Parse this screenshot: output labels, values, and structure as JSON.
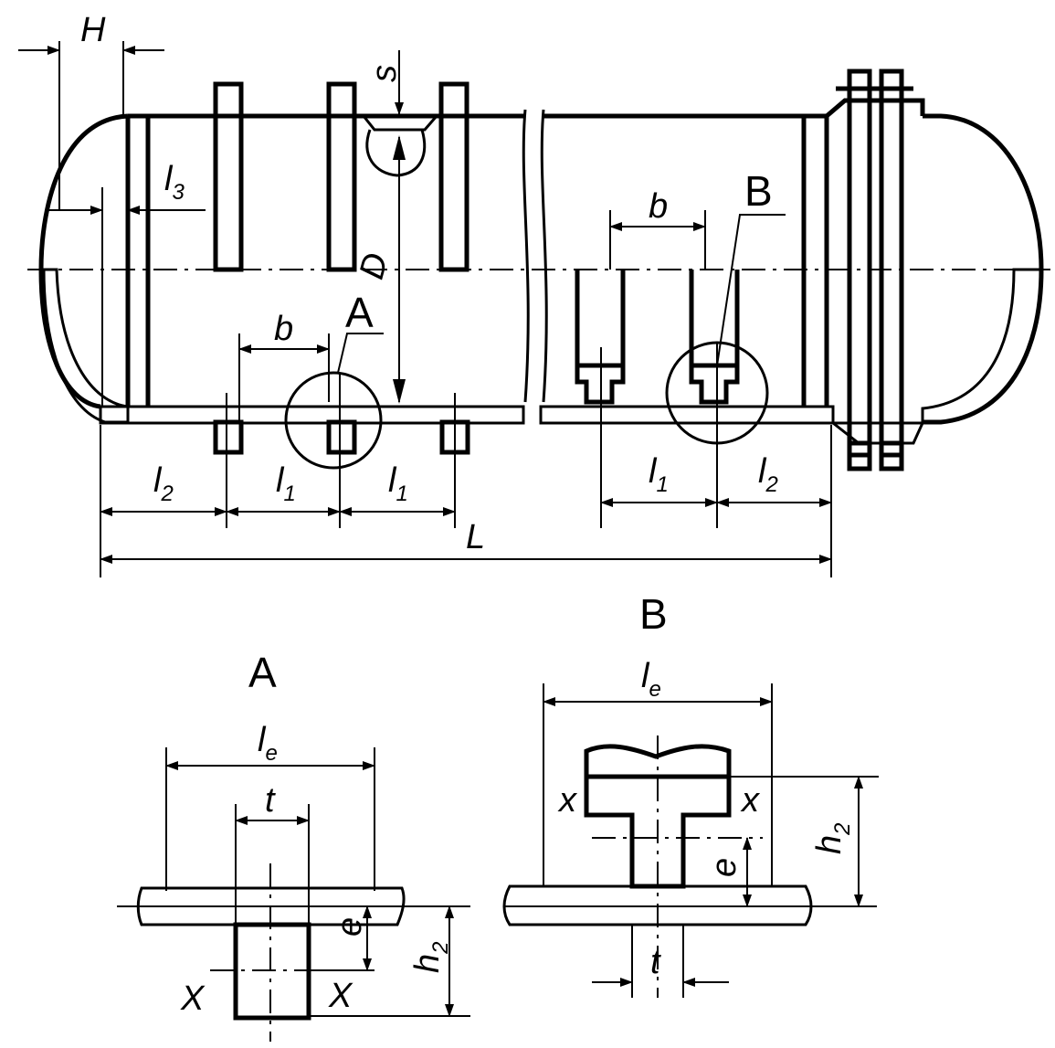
{
  "labels": {
    "H": "H",
    "s": "s",
    "l3": "l",
    "l3_sub": "3",
    "D": "D",
    "b": "b",
    "A": "A",
    "B": "B",
    "l1": "l",
    "l1_sub": "1",
    "l2": "l",
    "l2_sub": "2",
    "L": "L",
    "le": "l",
    "le_sub": "e",
    "t": "t",
    "e": "e",
    "h2": "h",
    "h2_sub": "2",
    "X_upper": "X",
    "x_lower": "x"
  },
  "detail_titles": {
    "A": "A",
    "B": "B"
  }
}
